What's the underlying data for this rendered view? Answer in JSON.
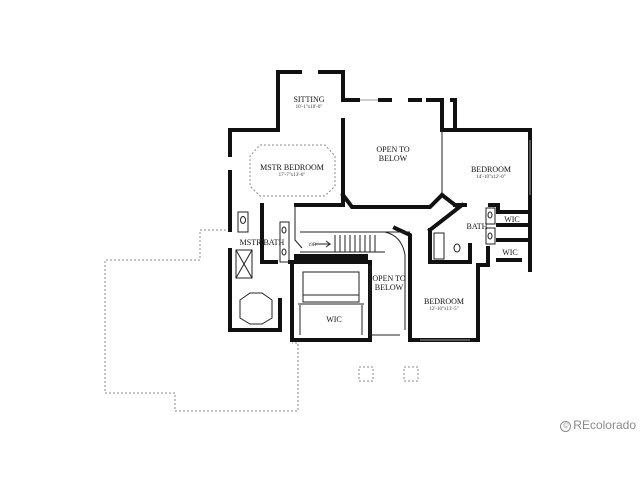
{
  "rooms": {
    "sitting": {
      "name": "SITTING",
      "dim": "10'-1\"x10'-0\""
    },
    "open_to_below_top": {
      "line1": "OPEN TO",
      "line2": "BELOW"
    },
    "mstr_bedroom": {
      "name": "MSTR BEDROOM",
      "dim": "17'-7\"x13'-6\""
    },
    "bedroom_right": {
      "name": "BEDROOM",
      "dim": "14'-10\"x12'-0\""
    },
    "wic_right_top": {
      "name": "WIC"
    },
    "bath": {
      "name": "BATH"
    },
    "wic_right_bottom": {
      "name": "WIC"
    },
    "mstr_bath": {
      "name": "MSTR BATH"
    },
    "open_to_below_mid": {
      "line1": "OPEN TO",
      "line2": "BELOW"
    },
    "bedroom_bottom": {
      "name": "BEDROOM",
      "dim": "12'-10\"x13'-5\""
    },
    "wic_center": {
      "name": "WIC"
    }
  },
  "stair": {
    "label": "19R"
  },
  "watermark": {
    "text": "REcolorado",
    "symbol": "©"
  }
}
